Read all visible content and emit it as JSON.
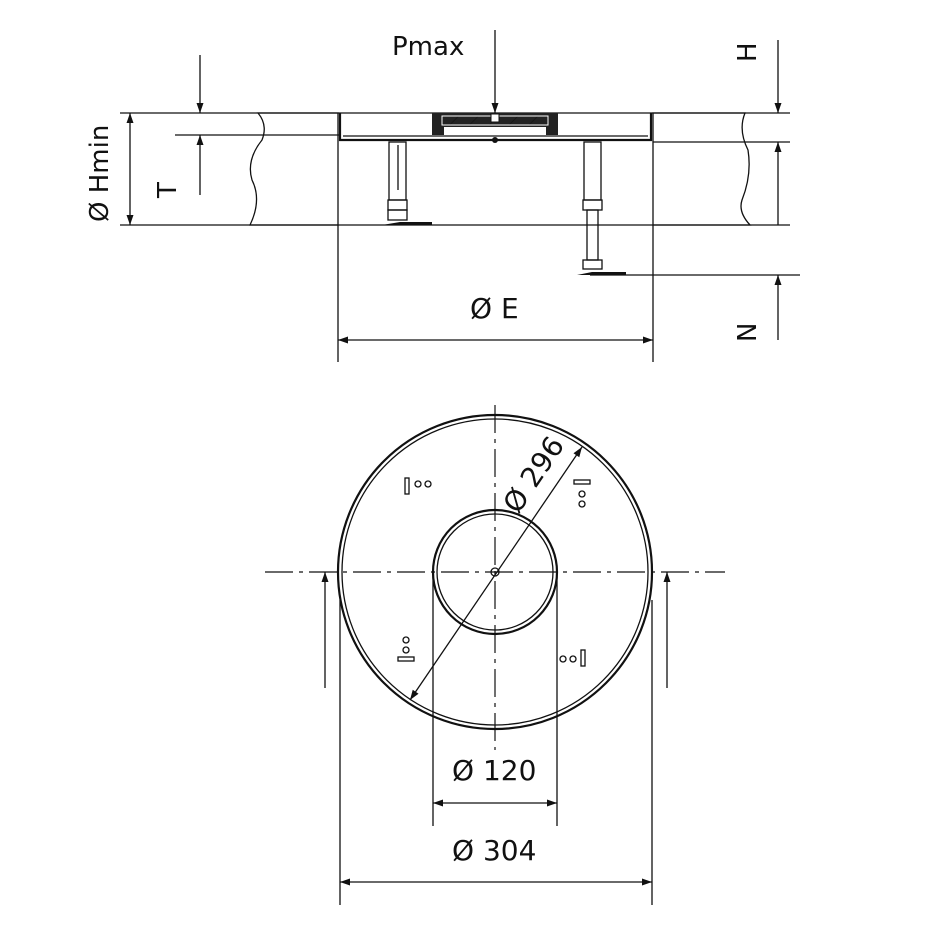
{
  "labels": {
    "pmax": "Pmax",
    "hmin": "Ø Hmin",
    "t": "T",
    "h": "H",
    "n": "N",
    "e": "Ø E",
    "d296": "Ø 296",
    "d120": "Ø 120",
    "d304": "Ø 304"
  },
  "colors": {
    "line": "#111111",
    "background": "#ffffff"
  }
}
